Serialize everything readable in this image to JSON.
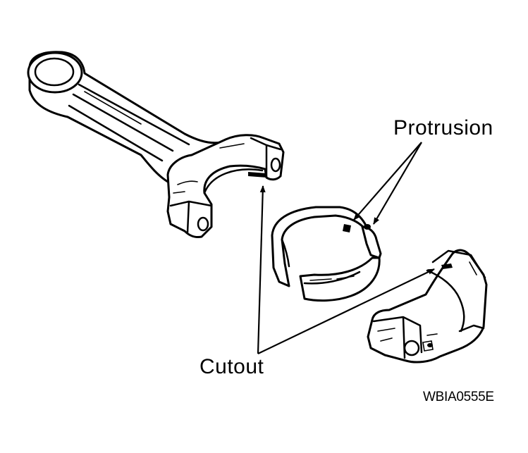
{
  "labels": {
    "protrusion": "Protrusion",
    "cutout": "Cutout",
    "figure_code": "WBIA0555E"
  },
  "colors": {
    "ink": "#000000",
    "paper": "#ffffff"
  }
}
